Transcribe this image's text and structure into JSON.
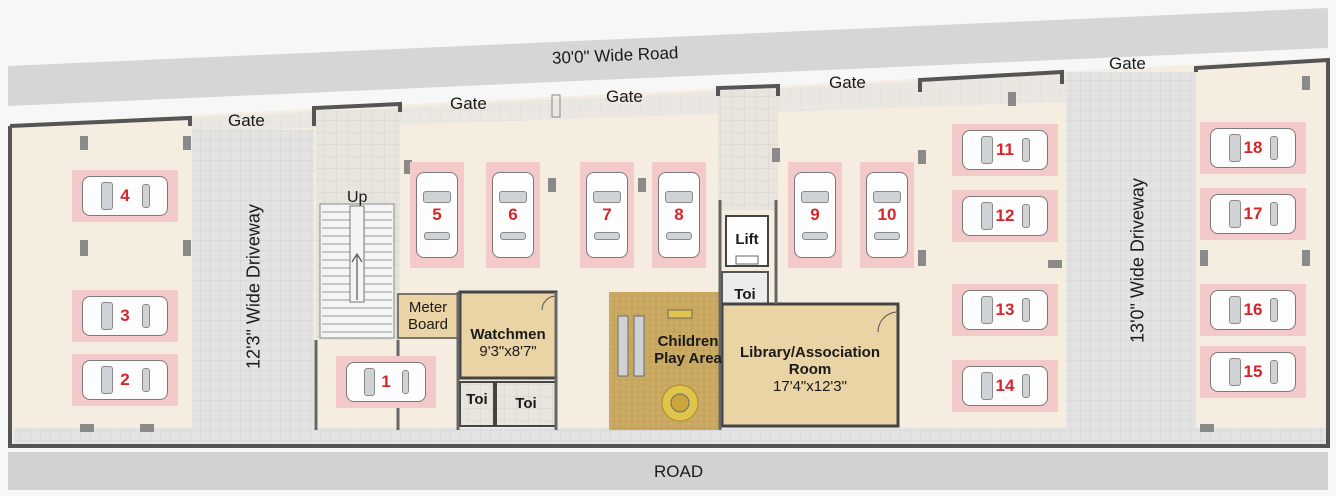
{
  "roads": {
    "top": "30'0\" Wide Road",
    "bottom": "ROAD"
  },
  "gates": [
    "Gate",
    "Gate",
    "Gate",
    "Gate",
    "Gate"
  ],
  "driveways": {
    "left": "12'3\" Wide Driveway",
    "right": "13'0\" Wide Driveway"
  },
  "stair": {
    "label": "Up"
  },
  "rooms": {
    "meter": [
      "Meter",
      "Board"
    ],
    "watchmen": {
      "name": "Watchmen",
      "size": "9'3\"x8'7\""
    },
    "children": [
      "Children",
      "Play Area"
    ],
    "library": {
      "name": [
        "Library/Association",
        "Room"
      ],
      "size": "17'4\"x12'3\""
    },
    "lift": "Lift",
    "toilets": [
      "Toi",
      "Toi",
      "Toi"
    ]
  },
  "parking": [
    "1",
    "2",
    "3",
    "4",
    "5",
    "6",
    "7",
    "8",
    "9",
    "10",
    "11",
    "12",
    "13",
    "14",
    "15",
    "16",
    "17",
    "18"
  ],
  "colors": {
    "wall": "#555555",
    "floor": "#f6ede1",
    "driveway": "#e2e2e2",
    "slot": "#f3c9c9",
    "slot_number": "#d7262b",
    "room_floor": "#ead3a4",
    "play_floor": "#c8a860"
  }
}
